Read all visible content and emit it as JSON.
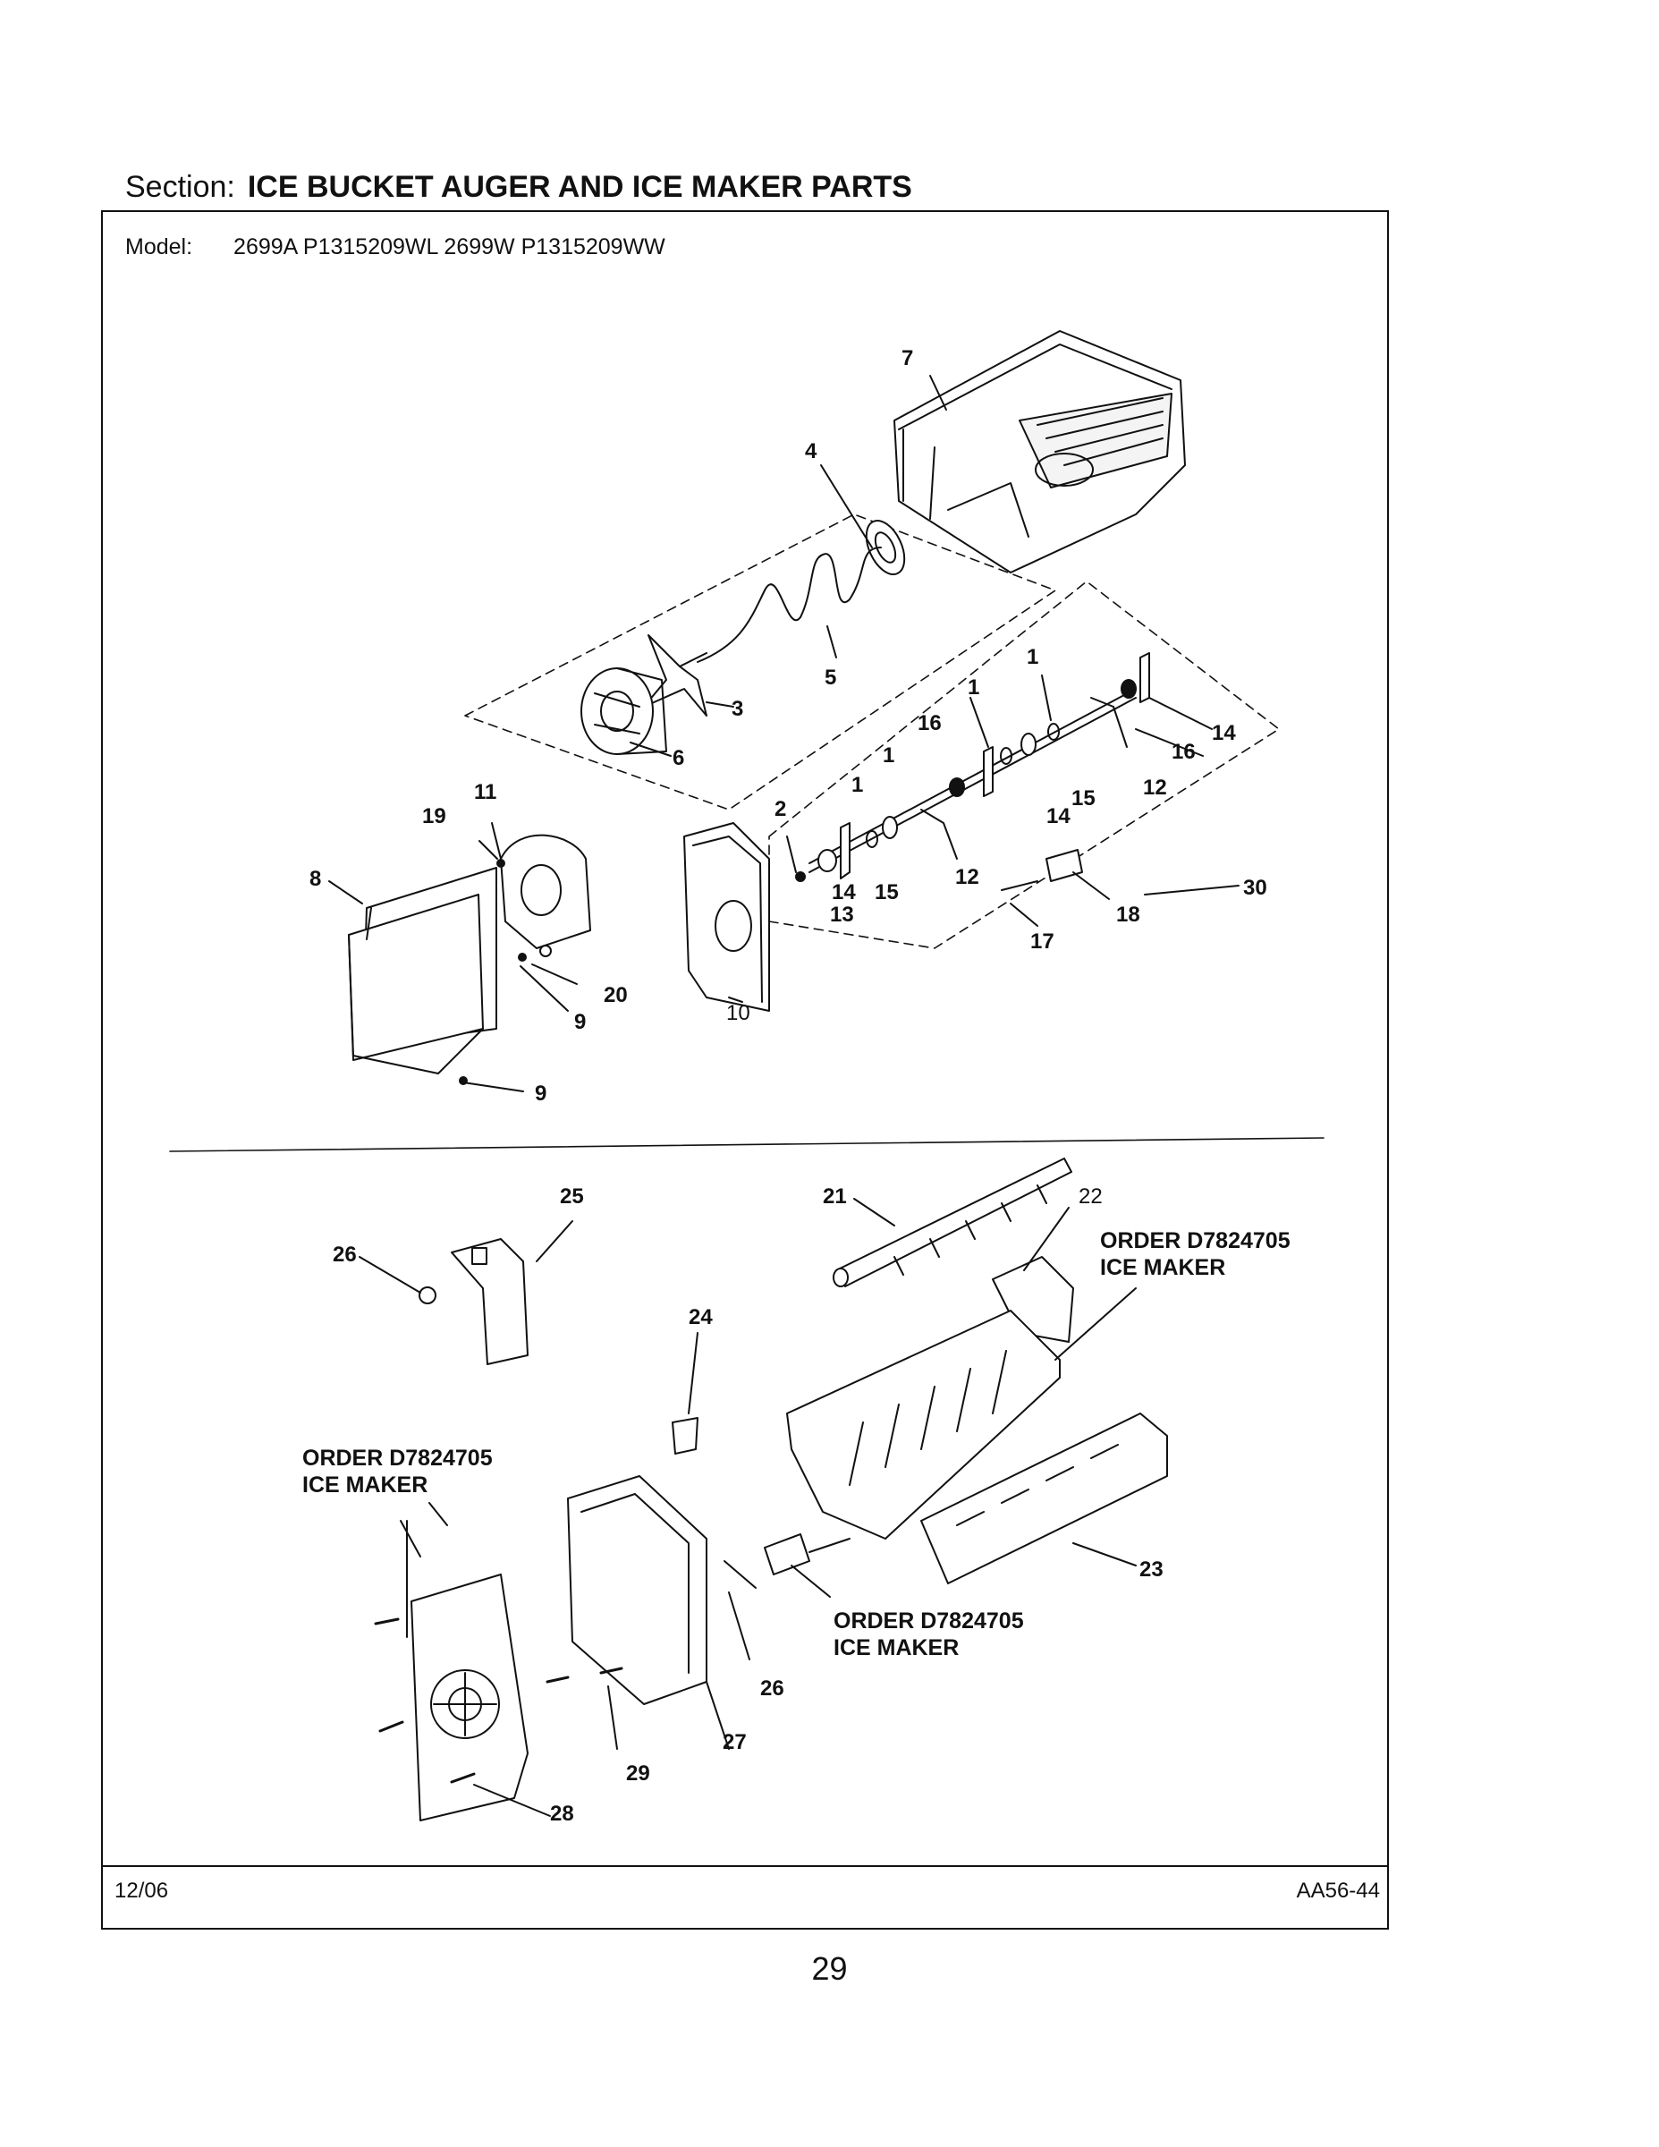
{
  "section": {
    "label": "Section:",
    "title": "ICE BUCKET AUGER AND ICE MAKER PARTS"
  },
  "model": {
    "label": "Model:",
    "value": "2699A P1315209WL 2699W P1315209WW"
  },
  "callouts": {
    "c1": "1",
    "c2": "2",
    "c3": "3",
    "c4": "4",
    "c5": "5",
    "c6": "6",
    "c7": "7",
    "c8": "8",
    "c9": "9",
    "c10": "10",
    "c11": "11",
    "c12": "12",
    "c13": "13",
    "c14": "14",
    "c15": "15",
    "c16": "16",
    "c17": "17",
    "c18": "18",
    "c19": "19",
    "c20": "20",
    "c21": "21",
    "c22": "22",
    "c23": "23",
    "c24": "24",
    "c25": "25",
    "c26": "26",
    "c27": "27",
    "c28": "28",
    "c29": "29",
    "c30": "30"
  },
  "order_note": {
    "line1": "ORDER D7824705",
    "line2": "ICE MAKER"
  },
  "footer": {
    "date": "12/06",
    "code": "AA56-44",
    "page": "29"
  }
}
